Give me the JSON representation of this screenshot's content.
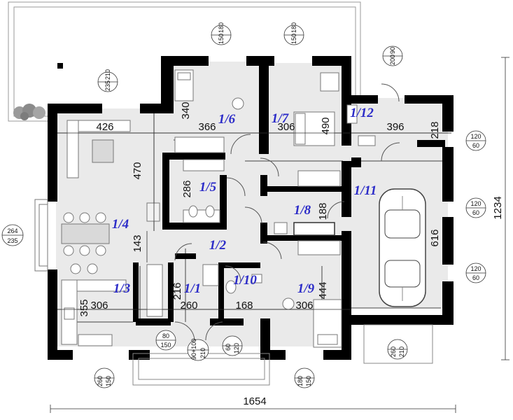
{
  "rooms": [
    {
      "id": "room-1-1",
      "label": "1/1"
    },
    {
      "id": "room-1-2",
      "label": "1/2"
    },
    {
      "id": "room-1-3",
      "label": "1/3"
    },
    {
      "id": "room-1-4",
      "label": "1/4"
    },
    {
      "id": "room-1-5",
      "label": "1/5"
    },
    {
      "id": "room-1-6",
      "label": "1/6"
    },
    {
      "id": "room-1-7",
      "label": "1/7"
    },
    {
      "id": "room-1-8",
      "label": "1/8"
    },
    {
      "id": "room-1-9",
      "label": "1/9"
    },
    {
      "id": "room-1-10",
      "label": "1/10"
    },
    {
      "id": "room-1-11",
      "label": "1/11"
    },
    {
      "id": "room-1-12",
      "label": "1/12"
    }
  ],
  "dimensions": {
    "d426": "426",
    "d366": "366",
    "d306_top": "306",
    "d490": "490",
    "d396": "396",
    "d218": "218",
    "d340": "340",
    "d470": "470",
    "d286": "286",
    "d188": "188",
    "d616": "616",
    "d143": "143",
    "d216": "216",
    "d260": "260",
    "d168": "168",
    "d306_mid": "306",
    "d444": "444",
    "d355": "355",
    "d306_bot": "306",
    "total_width": "1654",
    "total_height": "1234"
  },
  "windows": [
    {
      "id": "w-top-left",
      "w": "210",
      "h": "235"
    },
    {
      "id": "w-top-1",
      "w": "180",
      "h": "150"
    },
    {
      "id": "w-top-2",
      "w": "180",
      "h": "150"
    },
    {
      "id": "w-top-3",
      "w": "90",
      "h": "200"
    },
    {
      "id": "w-right-1",
      "w": "120",
      "h": "60"
    },
    {
      "id": "w-right-2",
      "w": "120",
      "h": "60"
    },
    {
      "id": "w-right-3",
      "w": "120",
      "h": "60"
    },
    {
      "id": "w-left",
      "w": "264",
      "h": "235"
    },
    {
      "id": "w-bot-1",
      "w": "260",
      "h": "150"
    },
    {
      "id": "w-bot-2",
      "w": "80",
      "h": "150"
    },
    {
      "id": "w-bot-3",
      "w": "90+100",
      "h": "210"
    },
    {
      "id": "w-bot-4",
      "w": "60",
      "h": "120"
    },
    {
      "id": "w-bot-5",
      "w": "180",
      "h": "150"
    },
    {
      "id": "w-bot-6",
      "w": "260",
      "h": "210"
    }
  ]
}
